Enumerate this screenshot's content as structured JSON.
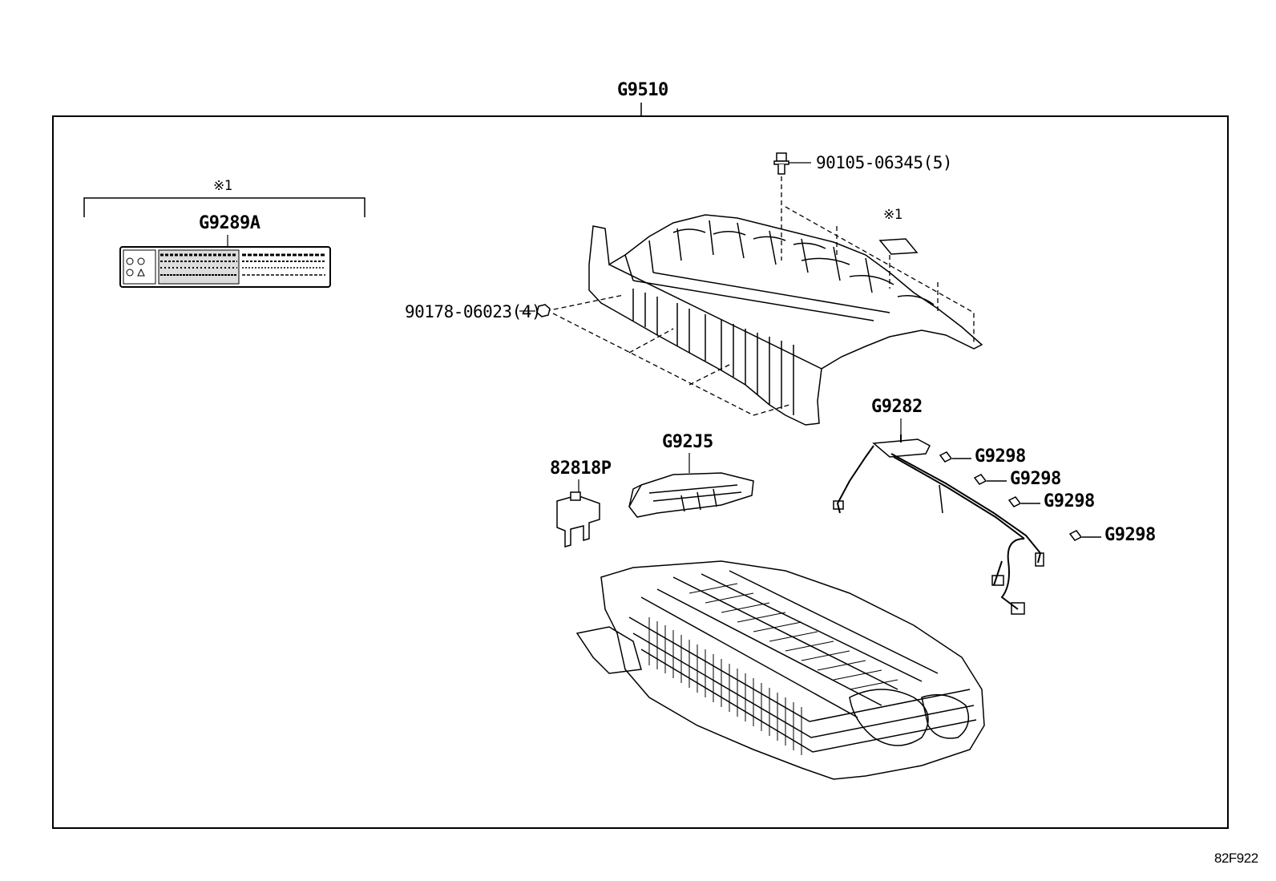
{
  "assembly_label": "G9510",
  "diagram_code": "82F922",
  "note_symbol": "※1",
  "parts": {
    "label_sticker": "G9289A",
    "bolt": "90105-06345(5)",
    "nut": "90178-06023(4)",
    "wire_harness": "G9282",
    "connector": "G92J5",
    "fuse_holder": "82818P",
    "clip_1": "G9298",
    "clip_2": "G9298",
    "clip_3": "G9298",
    "clip_4": "G9298"
  }
}
